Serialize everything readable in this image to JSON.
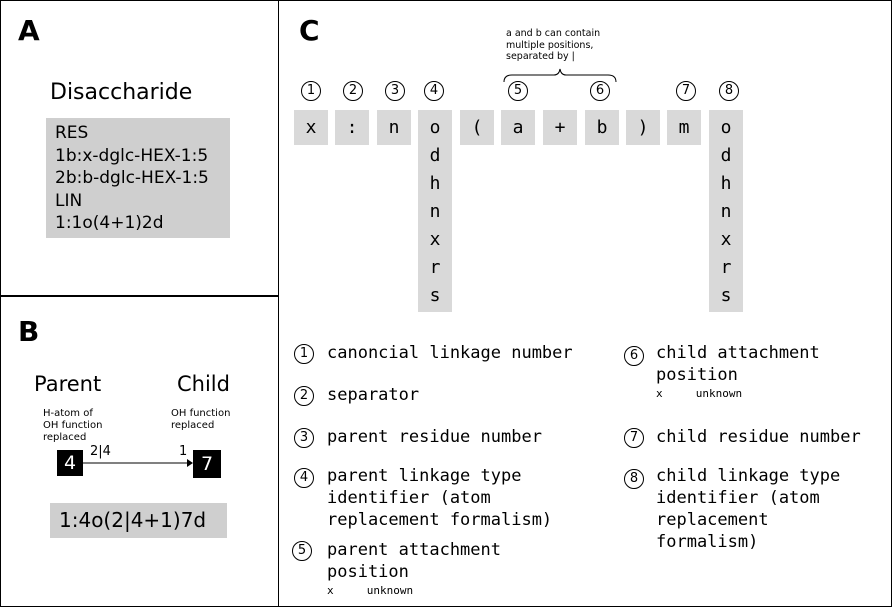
{
  "panel_a": {
    "label": "A",
    "title": "Disaccharide",
    "code_lines": [
      "RES",
      "1b:x-dglc-HEX-1:5",
      "2b:b-dglc-HEX-1:5",
      "LIN",
      "1:1o(4+1)2d"
    ]
  },
  "panel_b": {
    "label": "B",
    "parent": "Parent",
    "child": "Child",
    "parent_note": "H-atom of OH function replaced",
    "child_note": "OH function replaced",
    "parent_num": "4",
    "child_num": "7",
    "parent_pos": "2|4",
    "child_pos": "1",
    "formula": "1:4o(2|4+1)7d"
  },
  "panel_c": {
    "label": "C",
    "brace_note": "a and b can contain multiple positions, separated by |",
    "markers": [
      "1",
      "2",
      "3",
      "4",
      "5",
      "6",
      "7",
      "8"
    ],
    "cells": [
      "x",
      ":",
      "n",
      "(",
      "a",
      "+",
      "b",
      ")",
      "m"
    ],
    "col4_letters": [
      "o",
      "d",
      "h",
      "n",
      "x",
      "r",
      "s"
    ],
    "col8_letters": [
      "o",
      "d",
      "h",
      "n",
      "x",
      "r",
      "s"
    ],
    "legend": [
      {
        "num": "1",
        "text": "canoncial linkage number"
      },
      {
        "num": "2",
        "text": "separator"
      },
      {
        "num": "3",
        "text": "parent residue number"
      },
      {
        "num": "4",
        "text": "parent linkage type\nidentifier (atom\nreplacement formalism)"
      },
      {
        "num": "5",
        "text": "parent attachment\nposition",
        "sub": "x     unknown"
      },
      {
        "num": "6",
        "text": "child attachment\nposition",
        "sub": "x     unknown"
      },
      {
        "num": "7",
        "text": "child residue number"
      },
      {
        "num": "8",
        "text": "child linkage type\nidentifier (atom\nreplacement\nformalism)"
      }
    ]
  }
}
